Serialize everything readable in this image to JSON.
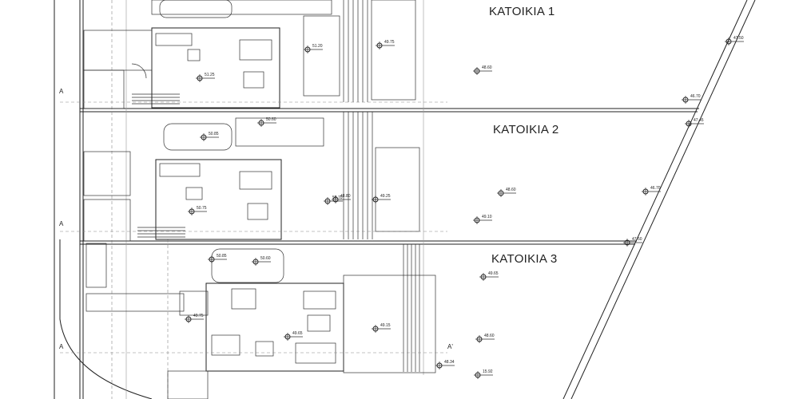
{
  "drawing": {
    "houses": [
      {
        "label": "KATOIKIA 1"
      },
      {
        "label": "KATOIKIA 2"
      },
      {
        "label": "KATOIKIA 3"
      }
    ],
    "section_marks": [
      "A",
      "A",
      "A",
      "A'"
    ],
    "elevations": [
      "48.60",
      "46.70",
      "47.50",
      "49.75",
      "51.20",
      "51.25",
      "50.60",
      "47.45",
      "50.85",
      "49.25",
      "46.70",
      "49.10",
      "50.75",
      "50.70",
      "48.60",
      "47.50",
      "49.65",
      "49.15",
      "48.60",
      "49.65",
      "49.75",
      "48.34",
      "15.92",
      "48.80",
      "50.85",
      "50.60"
    ]
  }
}
